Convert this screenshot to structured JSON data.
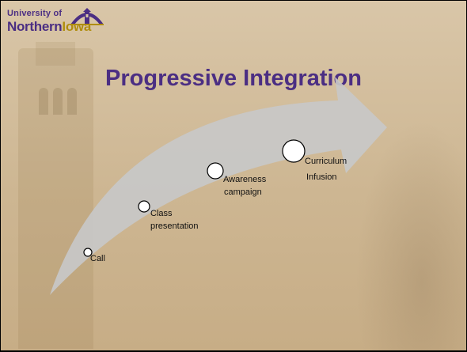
{
  "logo": {
    "line1": "University of",
    "line2_part1": "Northern",
    "line2_part2": "Iowa"
  },
  "slide": {
    "title": "Progressive Integration"
  },
  "diagram": {
    "arrow_color": "#c8c8c8",
    "steps": [
      {
        "label_lines": [
          "Call"
        ]
      },
      {
        "label_lines": [
          "Class",
          "presentation"
        ]
      },
      {
        "label_lines": [
          "Awareness",
          "campaign"
        ]
      },
      {
        "label_lines": [
          "Curriculum",
          "Infusion"
        ]
      }
    ]
  }
}
